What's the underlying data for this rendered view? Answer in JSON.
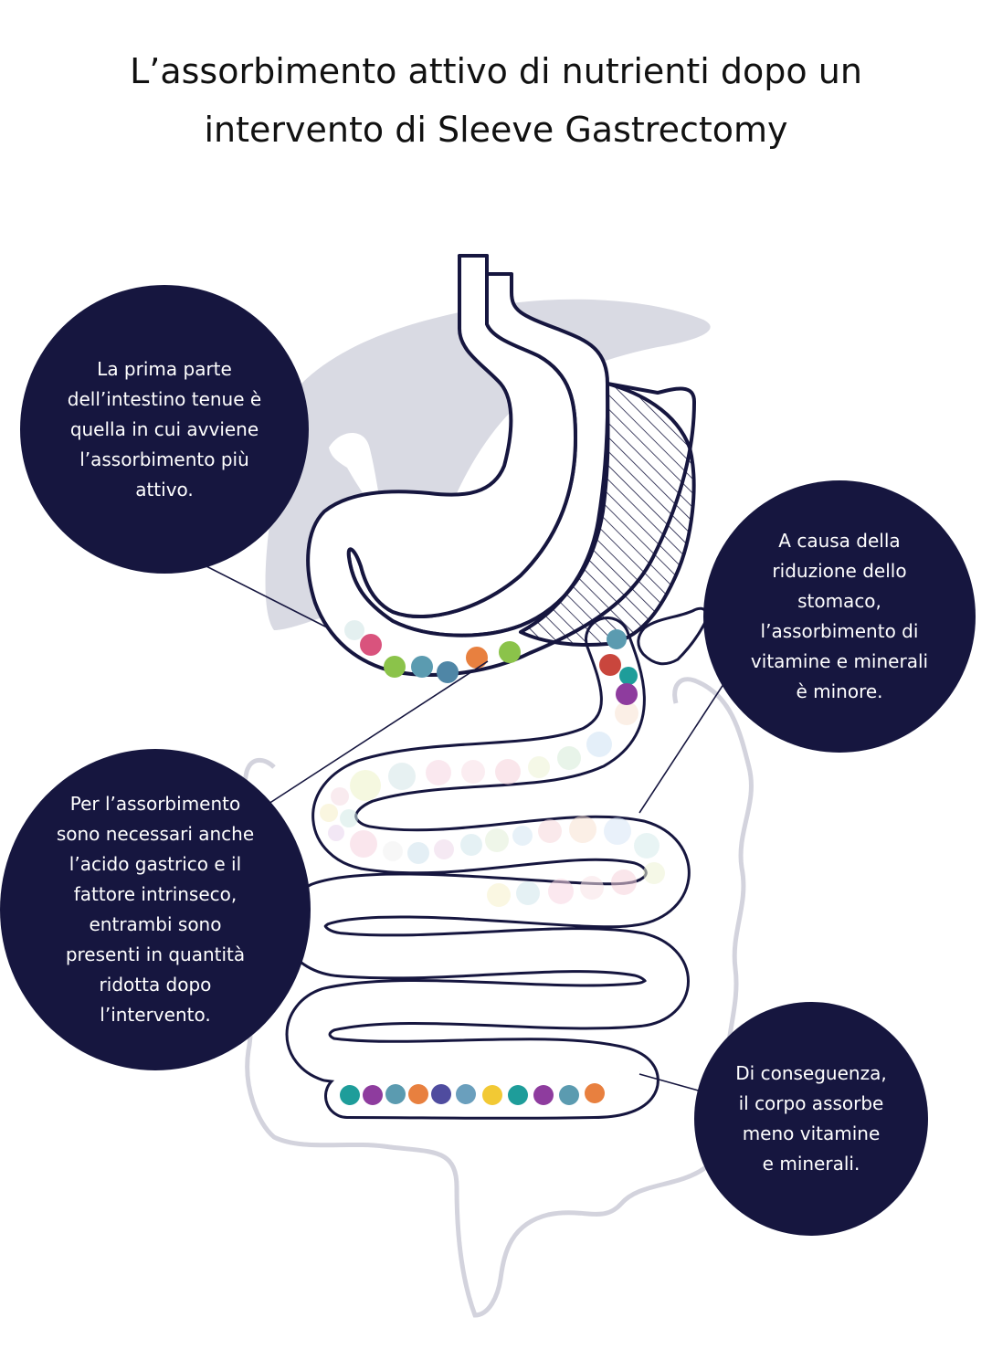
{
  "title": {
    "line1": "L’assorbimento attivo di nutrienti dopo un",
    "line2": "intervento di Sleeve Gastrectomy"
  },
  "callouts": [
    {
      "lines": [
        "La prima parte",
        "dell’intestino tenue è",
        "quella in cui avviene",
        "l’assorbimento più",
        "attivo."
      ]
    },
    {
      "lines": [
        "A causa della",
        "riduzione dello",
        "stomaco,",
        "l’assorbimento di",
        "vitamine e minerali",
        "è minore."
      ]
    },
    {
      "lines": [
        "Per l’assorbimento",
        "sono necessari anche",
        "l’acido gastrico e il",
        "fattore intrinseco,",
        "entrambi sono",
        "presenti in quantità",
        "ridotta dopo",
        "l’intervento."
      ]
    },
    {
      "lines": [
        "Di conseguenza,",
        "il corpo assorbe",
        "meno vitamine",
        "e minerali."
      ]
    }
  ],
  "colors": {
    "bubble": "#16163f",
    "outline": "#16163f",
    "liver": "#d9dae3",
    "colon": "#d3d3dd",
    "nutrients": [
      "#1e9d9a",
      "#8e3c9e",
      "#5b9bb0",
      "#e8803f",
      "#4f4c9f",
      "#6a9fbd",
      "#f2c934",
      "#d9537d",
      "#8bc34a",
      "#c9463d",
      "#a7c957"
    ]
  },
  "nutrient_bands": {
    "strong_duodenum": [
      "#d9537d",
      "#8bc34a",
      "#5b9bb0",
      "#4f86a6",
      "#e8803f",
      "#8bc34a"
    ],
    "strong_descending": [
      "#5b9bb0",
      "#c9463d",
      "#1e9d9a",
      "#8e3c9e"
    ],
    "strong_ileum": [
      "#1e9d9a",
      "#8e3c9e",
      "#5b9bb0",
      "#e8803f",
      "#4f4c9f",
      "#6a9fbd",
      "#f2c934",
      "#1e9d9a",
      "#8e3c9e",
      "#5b9bb0",
      "#e8803f"
    ]
  }
}
